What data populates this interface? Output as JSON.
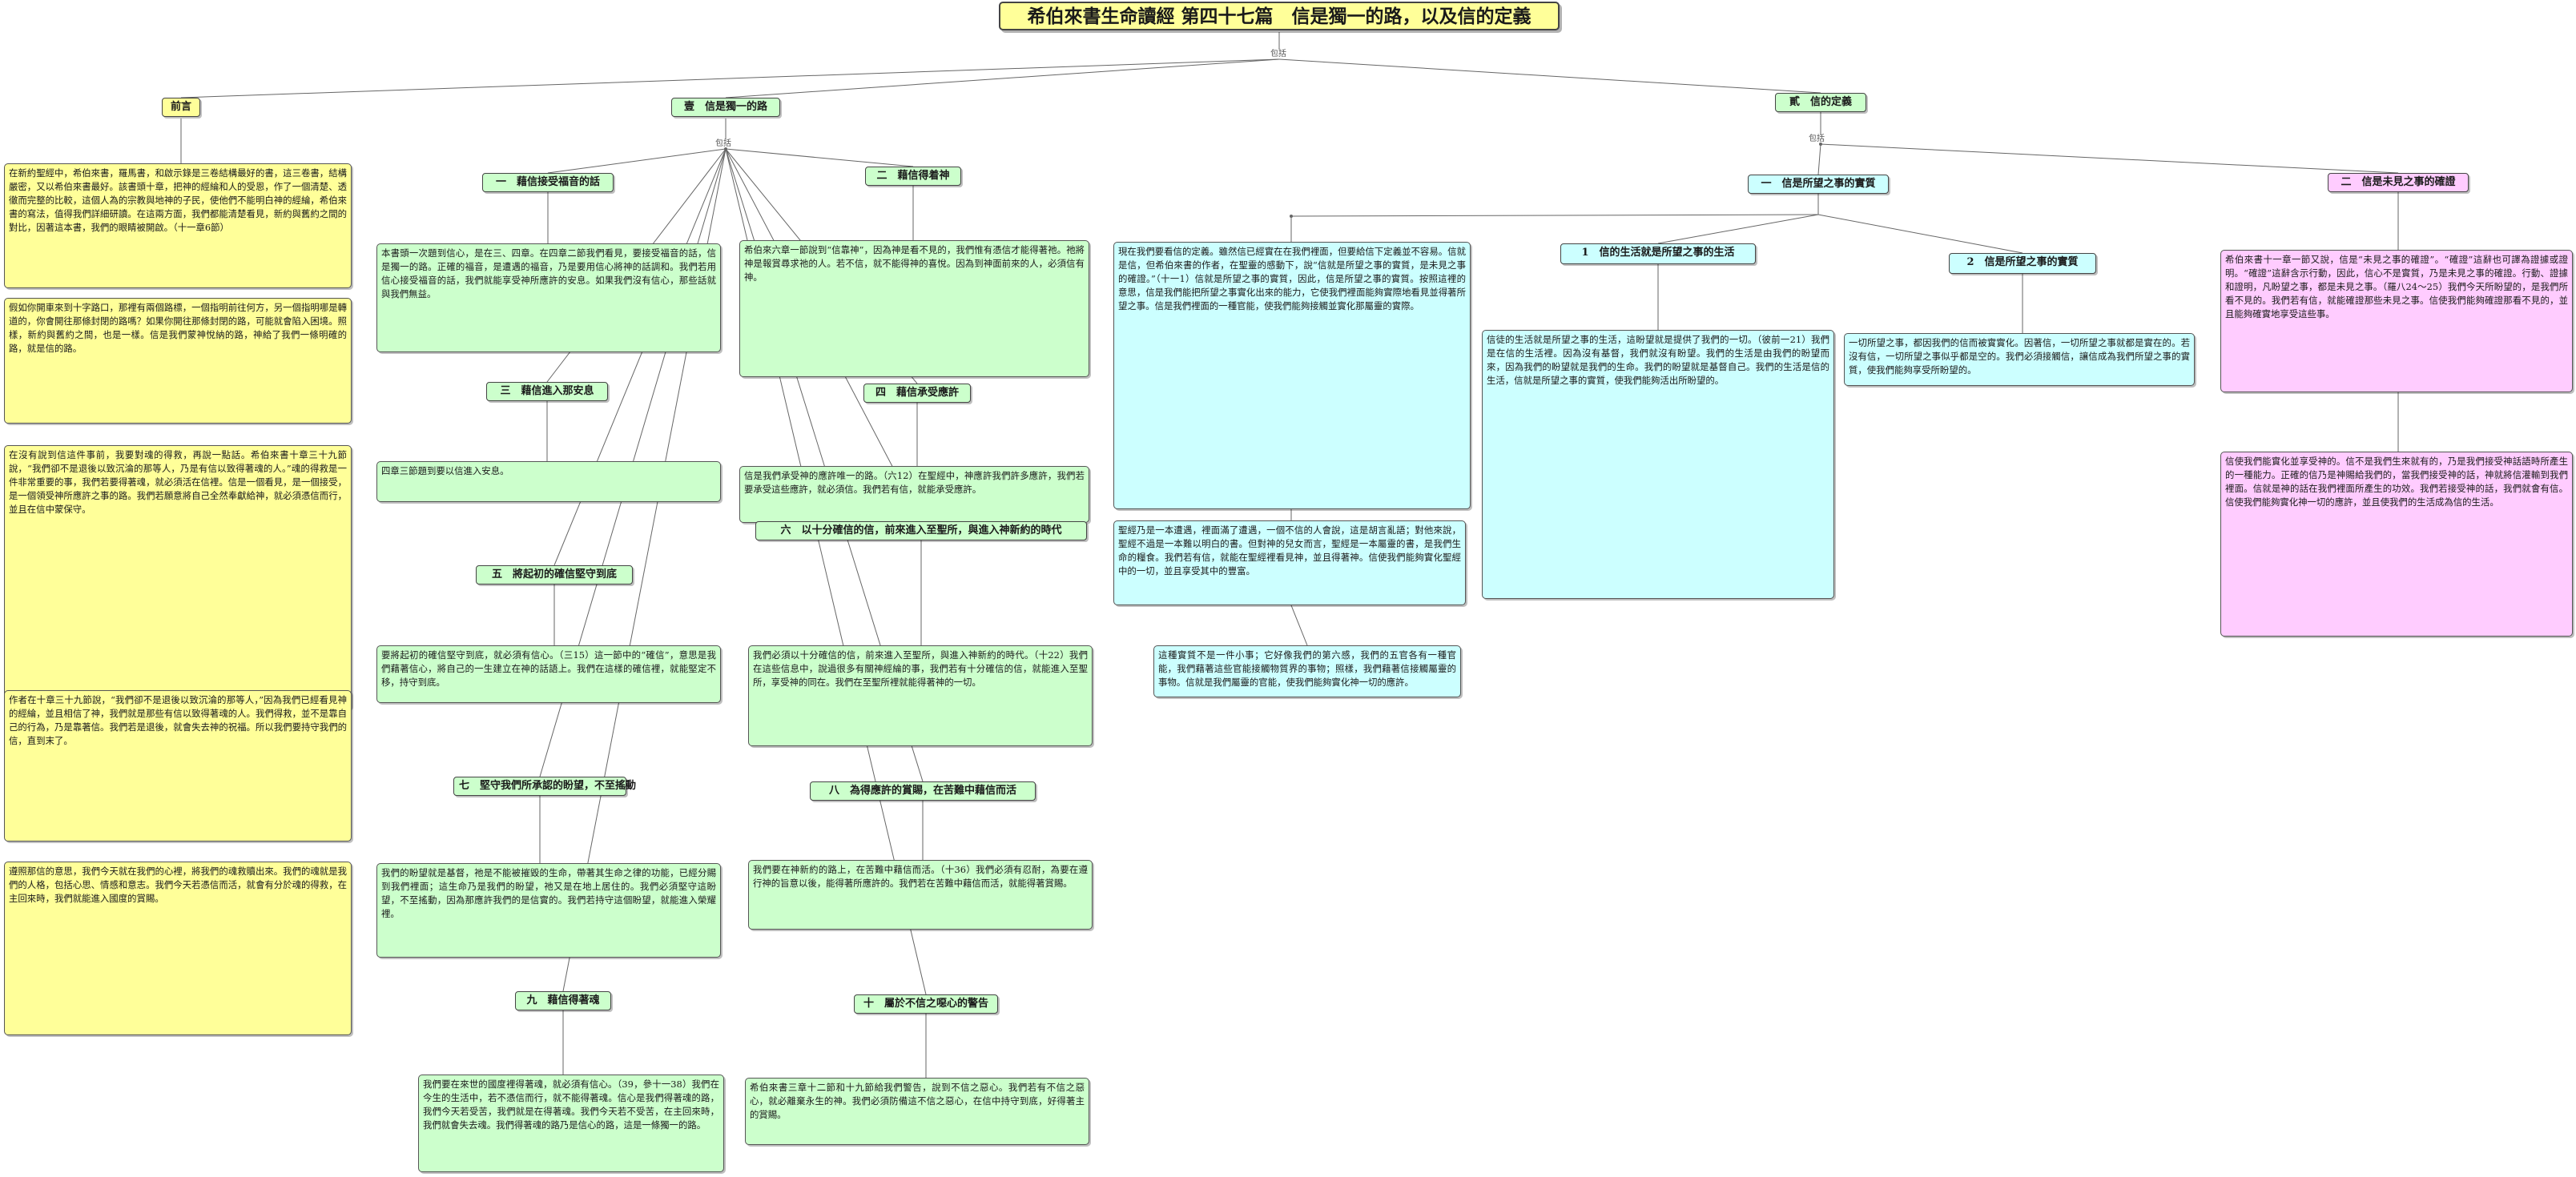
{
  "title": "希伯來書生命讀經 第四十七篇　信是獨一的路，以及信的定義",
  "connector_label": "包括",
  "preface": {
    "header": "前言",
    "paragraphs": [
      "在新約聖經中，希伯來書，羅馬書，和啟示錄是三卷結構最好的書，這三卷書，結構嚴密，又以希伯來書最好。該書頭十章，把神的經綸和人的受恩，作了一個清楚、透徹而完整的比較，這個人為的宗教與地神的子民，使他們不能明白神的經綸，希伯來書的寫法，值得我們詳細研讀。在這兩方面，我們都能清楚看見，新約與舊約之間的對比，因著這本書，我們的眼睛被開啟。（十一章6節）",
      "假如你開車來到十字路口，那裡有兩個路標，一個指明前往何方，另一個指明哪是轉道的，你會開往那條封閉的路嗎？如果你開往那條封閉的路，可能就會陷入困境。照樣，新約與舊約之間，也是一樣。信是我們蒙神悅納的路，神給了我們一條明確的路，就是信的路。",
      "在沒有說到信這件事前，我要對魂的得救，再說一點話。希伯來書十章三十九節說，“我們卻不是退後以致沉淪的那等人，乃是有信以致得著魂的人。”魂的得救是一件非常重要的事，我們若要得著魂，就必須活在信裡。信是一個看見，是一個接受，是一個領受神所應許之事的路。我們若願意將自己全然奉獻給神，就必須憑信而行，並且在信中蒙保守。",
      "作者在十章三十九節說，“我們卻不是退後以致沉淪的那等人，”因為我們已經看見神的經綸，並且相信了神，我們就是那些有信以致得著魂的人。我們得救，並不是靠自己的行為，乃是靠著信。我們若是退後，就會失去神的祝福。所以我們要持守我們的信，直到末了。",
      "遵照那信的意思，我們今天就在我們的心裡，將我們的魂救贖出來。我們的魂就是我們的人格，包括心思、情感和意志。我們今天若憑信而活，就會有分於魂的得救，在主回來時，我們就能進入國度的賞賜。"
    ]
  },
  "section1": {
    "header": "壹　信是獨一的路",
    "left": [
      {
        "header": "一　藉信接受福音的話",
        "text": "本書頭一次題到信心，是在三、四章。在四章二節我們看見，要接受福音的話，信是獨一的路。正確的福音，是遭遇的福音，乃是要用信心將神的話調和。我們若用信心接受福音的話，我們就能享受神所應許的安息。如果我們沒有信心，那些話就與我們無益。"
      },
      {
        "header": "三　藉信進入那安息",
        "text": "四章三節題到要以信進入安息。"
      },
      {
        "header": "五　將起初的確信堅守到底",
        "text": "要將起初的確信堅守到底，就必須有信心。（三15）這一節中的“確信”，意思是我們藉著信心，將自己的一生建立在神的話語上。我們在這樣的確信裡，就能堅定不移，持守到底。"
      },
      {
        "header": "七　堅守我們所承認的盼望，不至搖動",
        "text": "我們的盼望就是基督，祂是不能被摧毀的生命，帶著其生命之律的功能，已經分賜到我們裡面；這生命乃是我們的盼望，祂又是在地上居住的。我們必須堅守這盼望，不至搖動，因為那應許我們的是信實的。我們若持守這個盼望，就能進入榮耀裡。"
      },
      {
        "header": "九　藉信得著魂",
        "text": "我們要在來世的國度裡得著魂，就必須有信心。（39，參十一38）我們在今生的生活中，若不憑信而行，就不能得著魂。信心是我們得著魂的路，我們今天若受苦，我們就是在得著魂。我們今天若不受苦，在主回來時，我們就會失去魂。我們得著魂的路乃是信心的路，這是一條獨一的路。"
      }
    ],
    "right": [
      {
        "header": "二　藉信得着神",
        "text": "希伯來六章一節說到“信靠神”，因為神是看不見的，我們惟有憑信才能得著祂。祂將神是報賞尋求祂的人。若不信，就不能得神的喜悅。因為到神面前來的人，必須信有神。"
      },
      {
        "header": "四　藉信承受應許",
        "text": "信是我們承受神的應許唯一的路。（六12）在聖經中，神應許我們許多應許，我們若要承受這些應許，就必須信。我們若有信，就能承受應許。"
      },
      {
        "header": "六　以十分確信的信，前來進入至聖所，與進入神新約的時代",
        "text": "我們必須以十分確信的信，前來進入至聖所，與進入神新約的時代。（十22）我們在這些信息中，說過很多有關神經綸的事，我們若有十分確信的信，就能進入至聖所，享受神的同在。我們在至聖所裡就能得著神的一切。"
      },
      {
        "header": "八　為得應許的賞賜，在苦難中藉信而活",
        "text": "我們要在神新約的路上，在苦難中藉信而活。（十36）我們必須有忍耐，為要在遵行神的旨意以後，能得著所應許的。我們若在苦難中藉信而活，就能得著賞賜。"
      },
      {
        "header": "十　屬於不信之噁心的警告",
        "text": "希伯來書三章十二節和十九節給我們警告，說到不信之惡心。我們若有不信之惡心，就必離棄永生的神。我們必須防備這不信之惡心，在信中持守到底，好得著主的賞賜。"
      }
    ]
  },
  "section2": {
    "header": "貳　信的定義",
    "left": {
      "header": "一　信是所望之事的實質",
      "intro": "現在我們要看信的定義。雖然信已經實在在我們裡面，但要給信下定義並不容易。信就是信，但希伯來書的作者，在聖靈的感動下，說“信就是所望之事的實質，是未見之事的確證。”（十一1）信就是所望之事的實質，因此，信是所望之事的實質。按照這裡的意思，信是我們能把所望之事實化出來的能力，它使我們裡面能夠實際地看見並得著所望之事。信是我們裡面的一種官能，使我們能夠接觸並實化那屬靈的實際。",
      "items": [
        {
          "header": "1　信的生活就是所望之事的生活",
          "text": "信徒的生活就是所望之事的生活，這盼望就是提供了我們的一切。（彼前一21）我們是在信的生活裡。因為沒有基督，我們就沒有盼望。我們的生活是由我們的盼望而來，因為我們的盼望就是我們的生命。我們的盼望就是基督自己。我們的生活是信的生活，信就是所望之事的實質，使我們能夠活出所盼望的。"
        },
        {
          "header": "2　信是所望之事的實質",
          "text": "一切所望之事，都因我們的信而被實實化。因著信，一切所望之事就都是實在的。若沒有信，一切所望之事似乎都是空的。我們必須接觸信，讓信成為我們所望之事的實質，使我們能夠享受所盼望的。"
        }
      ],
      "bottom": [
        "聖經乃是一本遭遇，裡面滿了遭遇，一個不信的人會說，這是胡言亂語；對他來說，聖經不過是一本難以明白的書。但對神的兒女而言，聖經是一本屬靈的書，是我們生命的糧食。我們若有信，就能在聖經裡看見神，並且得著神。信使我們能夠實化聖經中的一切，並且享受其中的豐富。",
        "這種實質不是一件小事；它好像我們的第六感，我們的五官各有一種官能，我們藉著這些官能接觸物質界的事物；照樣，我們藉著信接觸屬靈的事物。信就是我們屬靈的官能，使我們能夠實化神一切的應許。"
      ]
    },
    "right": {
      "header": "二　信是未見之事的確證",
      "texts": [
        "希伯來書十一章一節又說，信是“未見之事的確證”。“確證”這辭也可譯為證據或證明。“確證”這辭含示行動，因此，信心不是實質，乃是未見之事的確證。行動、證據和證明，凡盼望之事，都是未見之事。（羅八24～25）我們今天所盼望的，是我們所看不見的。我們若有信，就能確證那些未見之事。信使我們能夠確證那看不見的，並且能夠確實地享受這些事。",
        "信使我們能實化並享受神的。信不是我們生來就有的，乃是我們接受神話語時所產生的一種能力。正確的信乃是神賜給我們的，當我們接受神的話，神就將信灌輸到我們裡面。信就是神的話在我們裡面所產生的功效。我們若接受神的話，我們就會有信。信使我們能夠實化神一切的應許，並且使我們的生活成為信的生活。"
      ]
    }
  }
}
